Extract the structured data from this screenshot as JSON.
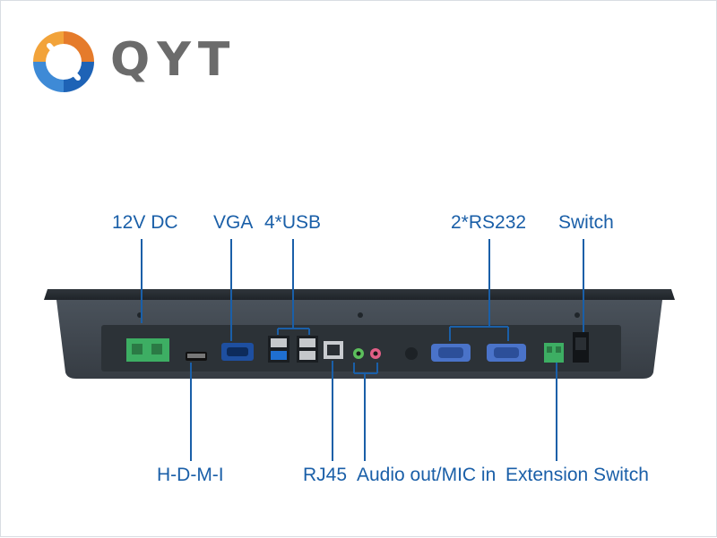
{
  "brand": {
    "name": "QYT"
  },
  "labels": {
    "dc": "12V DC",
    "vga": "VGA",
    "usb": "4*USB",
    "rs232": "2*RS232",
    "switch": "Switch",
    "hdmi": "H-D-M-I",
    "rj45": "RJ45",
    "audio": "Audio out/MIC in",
    "ext_switch": "Extension Switch"
  },
  "colors": {
    "label_blue": "#1a5fa8",
    "device_body": "#3c434b",
    "connector_green": "#3dae63"
  }
}
